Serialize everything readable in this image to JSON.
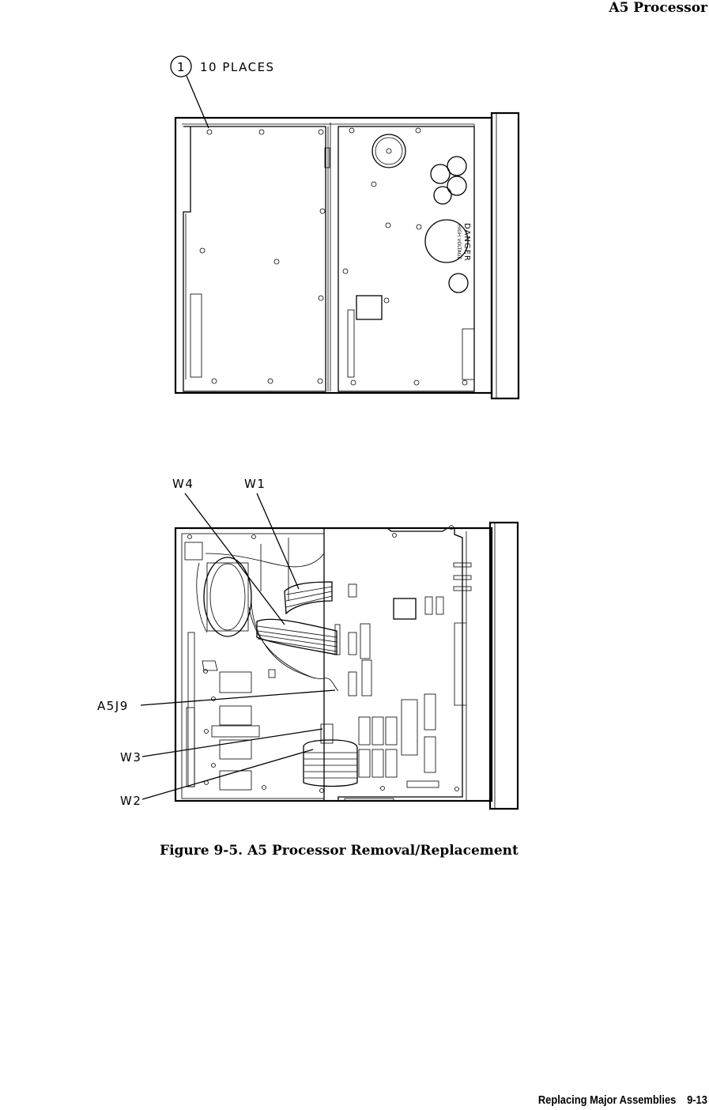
{
  "header": {
    "section_title": "A5 Processor"
  },
  "figure": {
    "top_view": {
      "callout_number": "1",
      "callout_label": "10 PLACES",
      "warning_label": "DANGER",
      "warning_sublabel": "HIGH VOLTAGE"
    },
    "bottom_view": {
      "labels": {
        "w4": "W4",
        "w1": "W1",
        "a5j9": "A5J9",
        "w3": "W3",
        "w2": "W2"
      }
    },
    "caption": "Figure 9-5. A5 Processor Removal/Replacement"
  },
  "footer": {
    "chapter": "Replacing Major Assemblies",
    "page": "9-13"
  }
}
